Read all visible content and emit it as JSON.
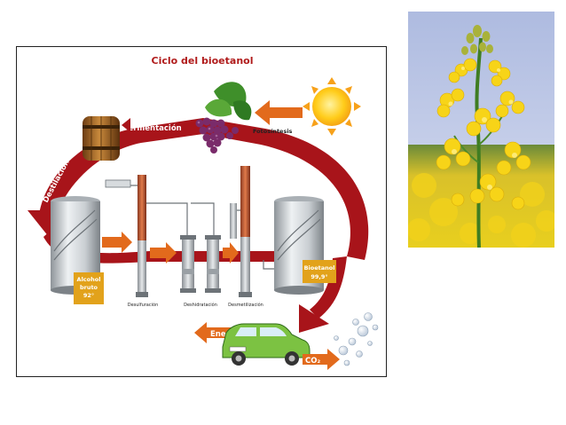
{
  "diagram": {
    "title": "Ciclo del bioetanol",
    "labels": {
      "fermentacion": "Fermentación",
      "destilacion": "Destilación",
      "fotosintesis": "Fotosíntesis",
      "energia": "Energía",
      "co2": "CO₂"
    },
    "tanks": {
      "alcohol_line1": "Alcohol",
      "alcohol_line2": "bruto",
      "alcohol_line3": "92°",
      "bioetanol_line1": "Bioetanol",
      "bioetanol_line2": "99,9°"
    },
    "stages": {
      "desulfuracion": "Desulfuración",
      "deshidratacion": "Deshidratación",
      "desmetilizacion": "Desmetilización"
    },
    "colors": {
      "cycle_arrow": "#a8141a",
      "small_arrow": "#e26a1c",
      "label_box": "#e2a21b",
      "car": "#7cc242",
      "title": "#b01b1b"
    }
  },
  "photo": {
    "subject": "rapeseed-flower"
  }
}
